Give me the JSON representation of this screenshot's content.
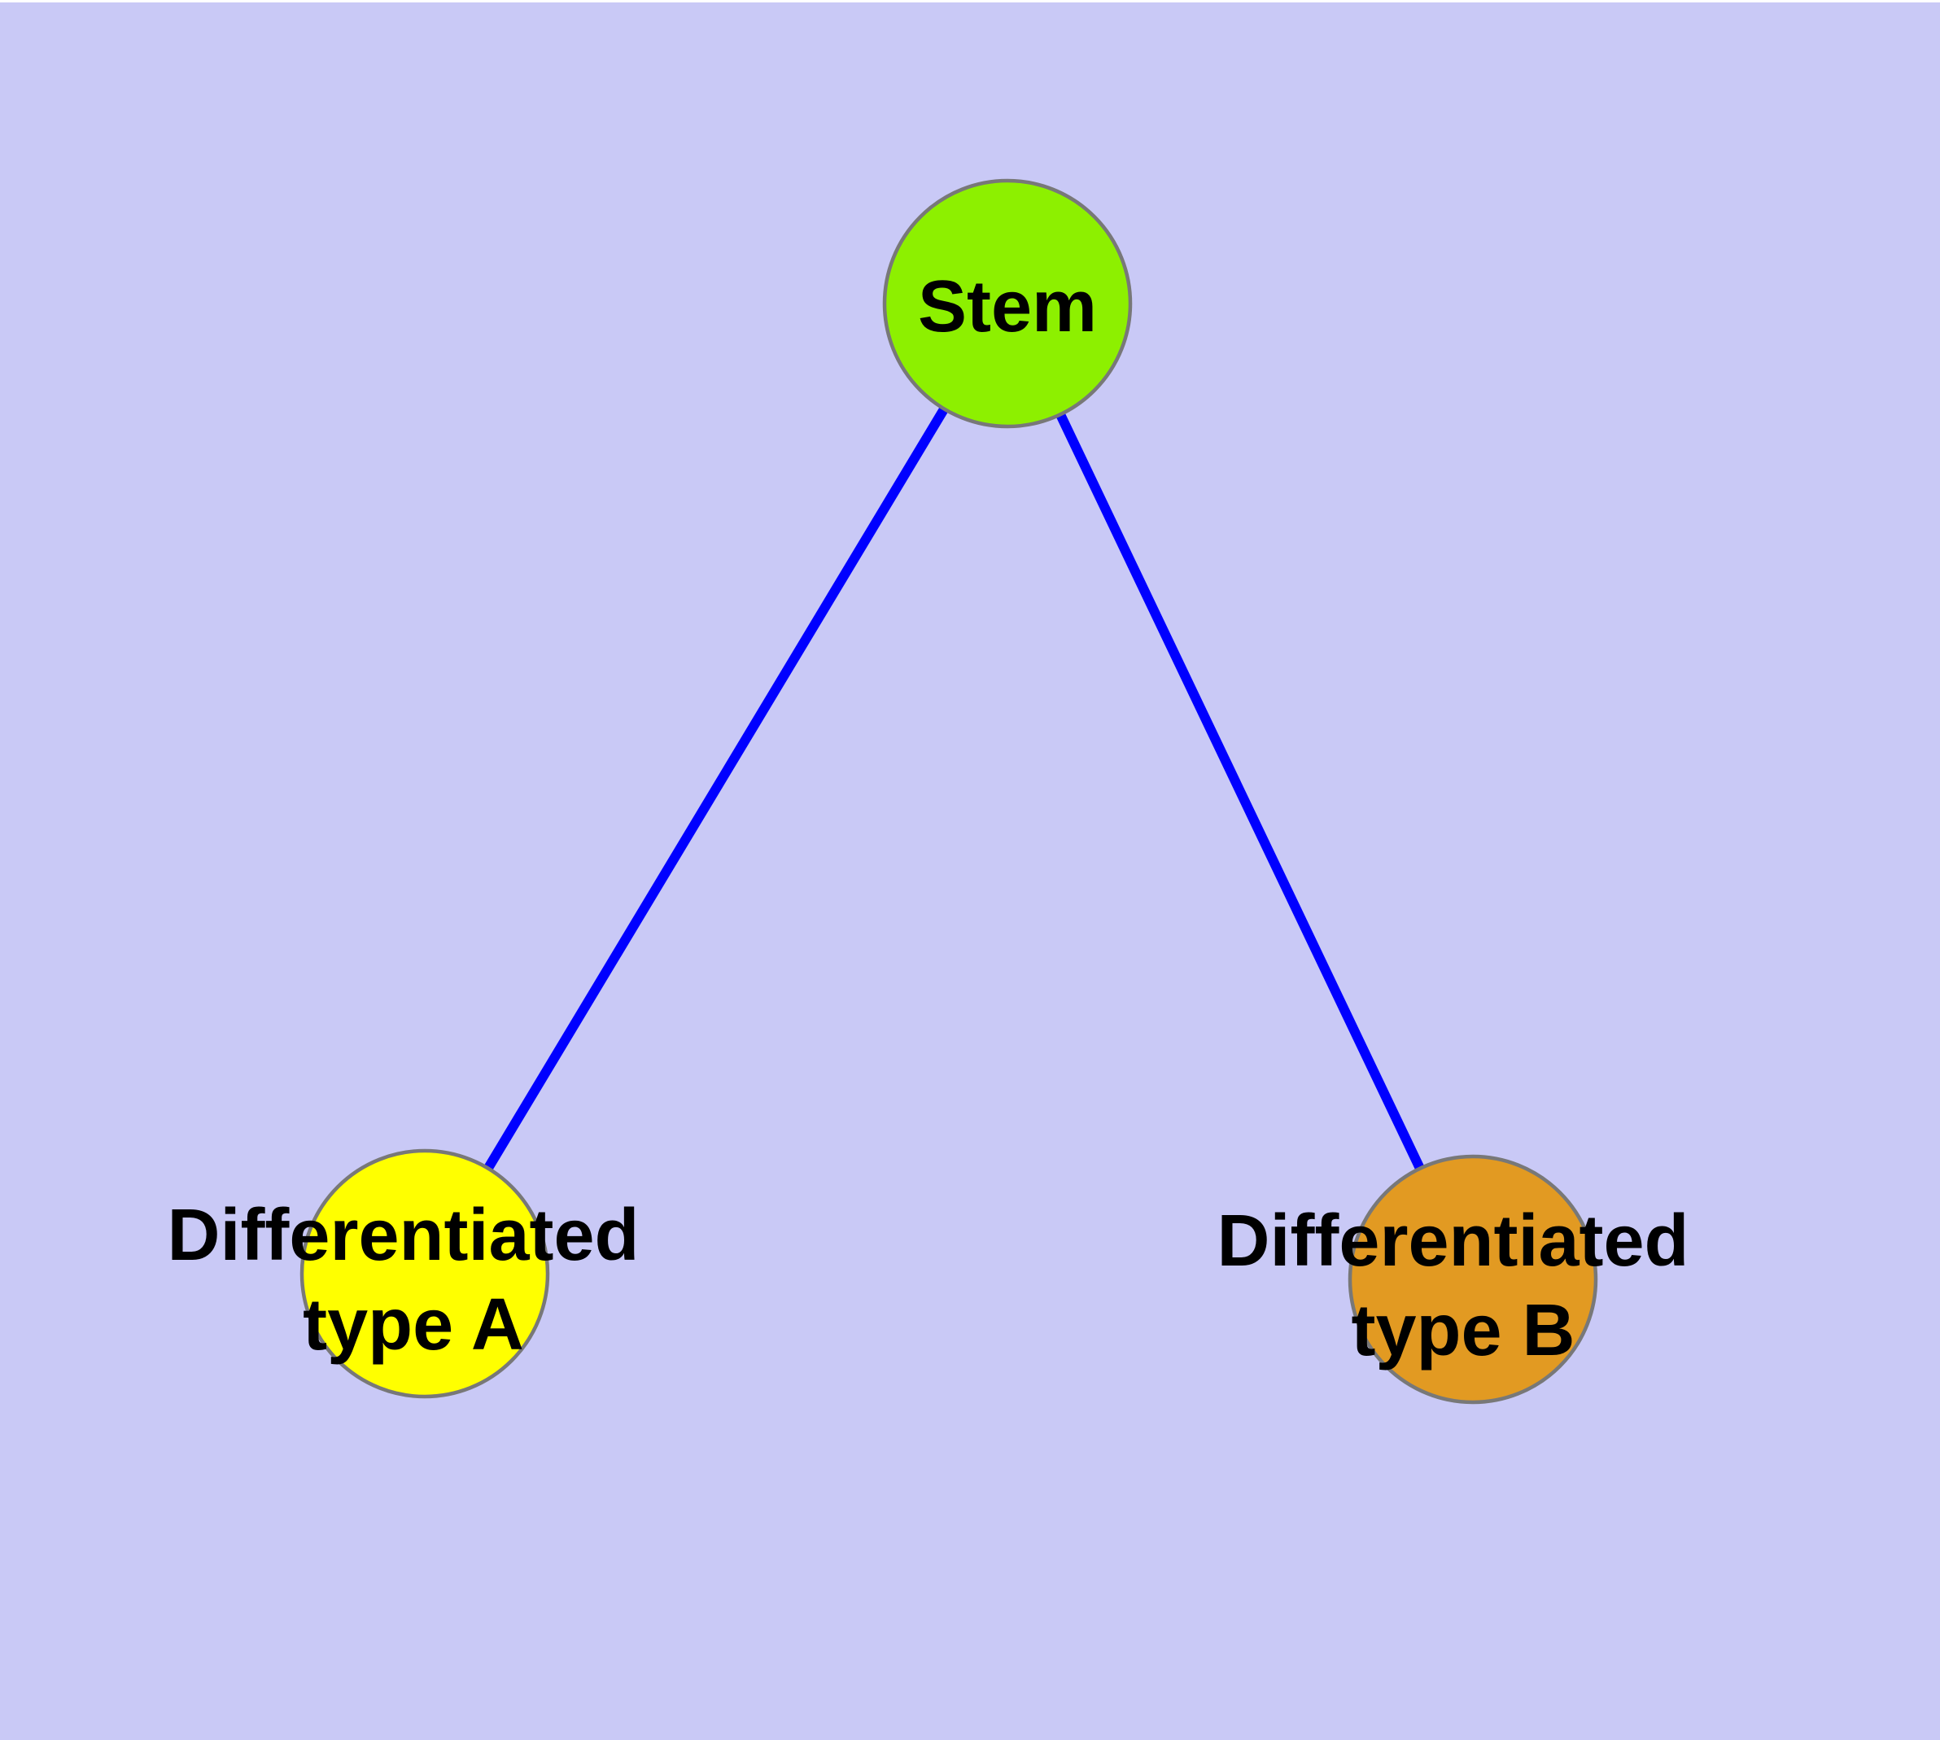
{
  "diagram": {
    "type": "node-link-graph",
    "background_color": "#c9c9f6",
    "top_strip_color": "#ffffff",
    "edge_color": "#0000ff",
    "node_border_color": "#787878",
    "label_color": "#000000",
    "nodes": [
      {
        "id": "stem",
        "label": "Stem",
        "label_lines": [
          "Stem"
        ],
        "fill": "#8df000"
      },
      {
        "id": "differentiated-type-a",
        "label": "Differentiated type A",
        "label_lines": [
          "Differentiated",
          "type A"
        ],
        "fill": "#ffff00"
      },
      {
        "id": "differentiated-type-b",
        "label": "Differentiated type B",
        "label_lines": [
          "Differentiated",
          "type B"
        ],
        "fill": "#e29a22"
      }
    ],
    "edges": [
      {
        "from": "Stem",
        "to": "Differentiated type A"
      },
      {
        "from": "Stem",
        "to": "Differentiated type B"
      }
    ]
  }
}
